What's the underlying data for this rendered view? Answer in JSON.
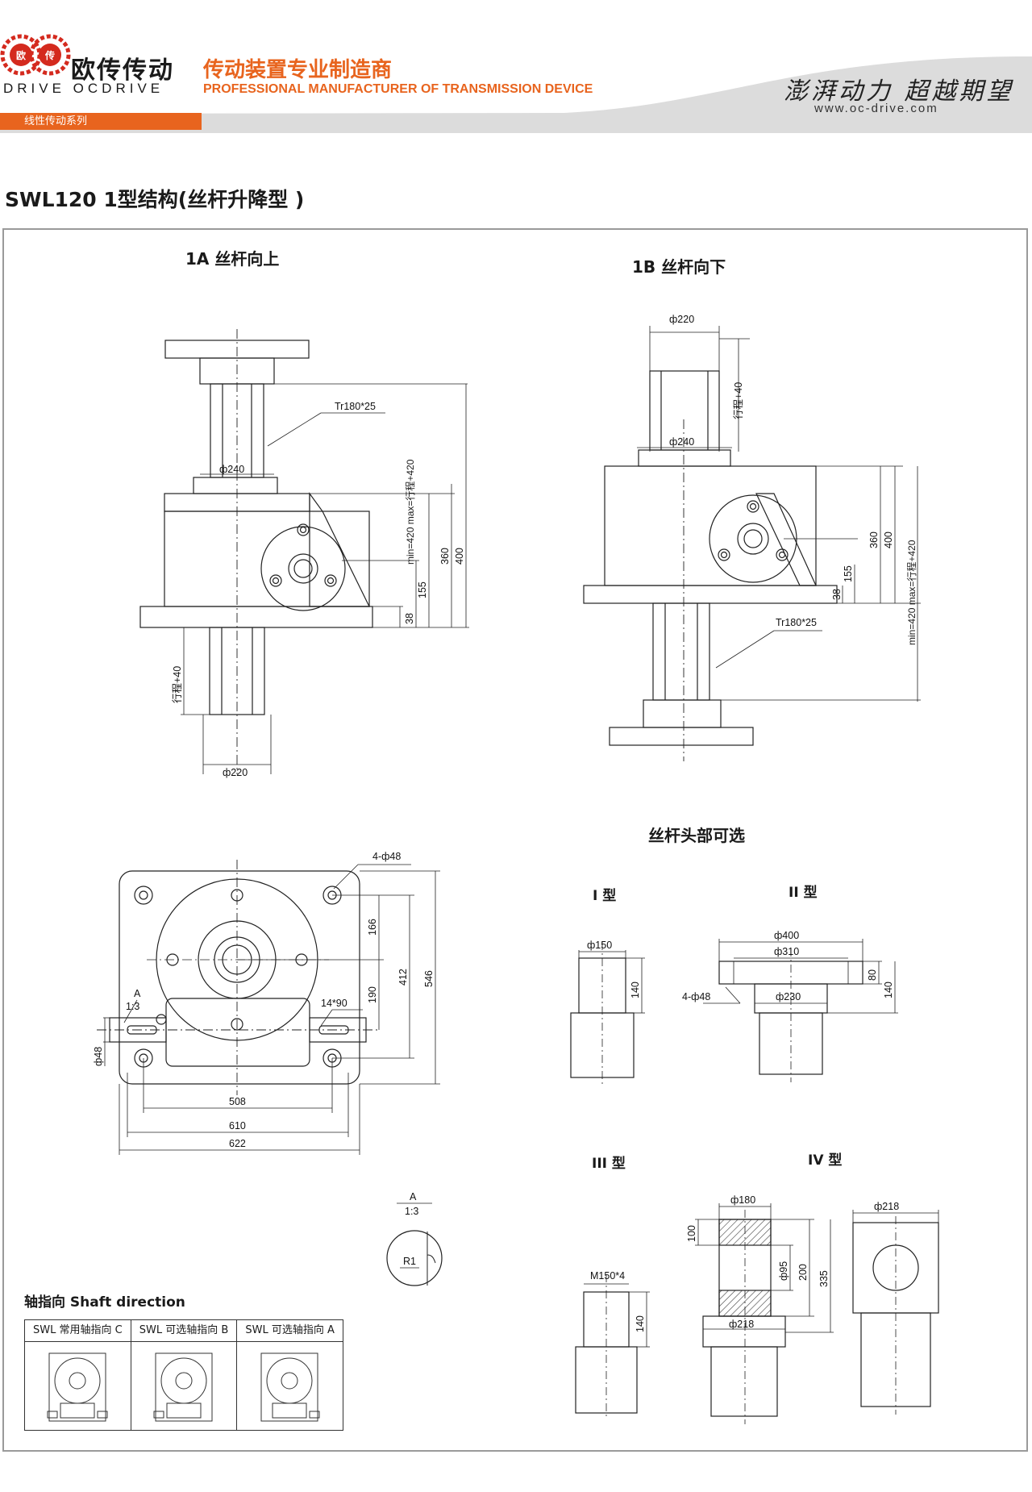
{
  "header": {
    "brand_cn": "欧传传动",
    "brand_en": "DRIVE  OCDRIVE",
    "tagline_cn": "传动装置专业制造商",
    "tagline_en": "PROFESSIONAL MANUFACTURER OF TRANSMISSION DEVICE",
    "slogan": "澎湃动力 超越期望",
    "website": "www.oc-drive.com",
    "series_tab": "线性传动系列",
    "accent_color": "#e8641e"
  },
  "page_title": "SWL120 1型结构(丝杆升降型 )",
  "views": {
    "view_1a": {
      "label": "1A 丝杆向上",
      "thread": "Tr180*25",
      "dia_flange": "ф240",
      "dia_bottom": "ф220",
      "stroke": "行程+40",
      "dim_38": "38",
      "dim_155": "155",
      "dim_360": "360",
      "dim_400": "400",
      "dim_minmax": "min=420 max=行程+420"
    },
    "view_1b": {
      "label": "1B 丝杆向下",
      "dia_top": "ф220",
      "dia_flange": "ф240",
      "stroke": "行程+40",
      "thread": "Tr180*25",
      "dim_38": "38",
      "dim_155": "155",
      "dim_360": "360",
      "dim_400": "400",
      "dim_minmax": "min=420 max=行程+420"
    },
    "plan_view": {
      "holes": "4-ф48",
      "keyway": "14*90",
      "detail_ref": "A",
      "detail_scale": "1:3",
      "shaft_dia": "ф48",
      "dim_166": "166",
      "dim_190": "190",
      "dim_412": "412",
      "dim_546": "546",
      "dim_508": "508",
      "dim_610": "610",
      "dim_622": "622"
    },
    "detail_a": {
      "ref": "A",
      "scale": "1:3",
      "radius": "R1"
    }
  },
  "screw_heads": {
    "title": "丝杆头部可选",
    "type_1": {
      "label": "I 型",
      "dia": "ф150",
      "len": "140"
    },
    "type_2": {
      "label": "II 型",
      "dia_outer": "ф400",
      "dia_pcd": "ф310",
      "dia_hub": "ф230",
      "holes": "4-ф48",
      "thick": "80",
      "len": "140"
    },
    "type_3": {
      "label": "III 型",
      "thread": "M150*4",
      "len": "140"
    },
    "type_4": {
      "label": "IV 型",
      "dia_top": "ф180",
      "dia_hole": "ф95",
      "dia_base": "ф218",
      "dia_side": "ф218",
      "dim_100": "100",
      "dim_200": "200",
      "dim_335": "335"
    }
  },
  "shaft_direction": {
    "title": "轴指向  Shaft direction",
    "cells": [
      {
        "label": "SWL 常用轴指向 C"
      },
      {
        "label": "SWL 可选轴指向 B"
      },
      {
        "label": "SWL 可选轴指向 A"
      }
    ]
  }
}
